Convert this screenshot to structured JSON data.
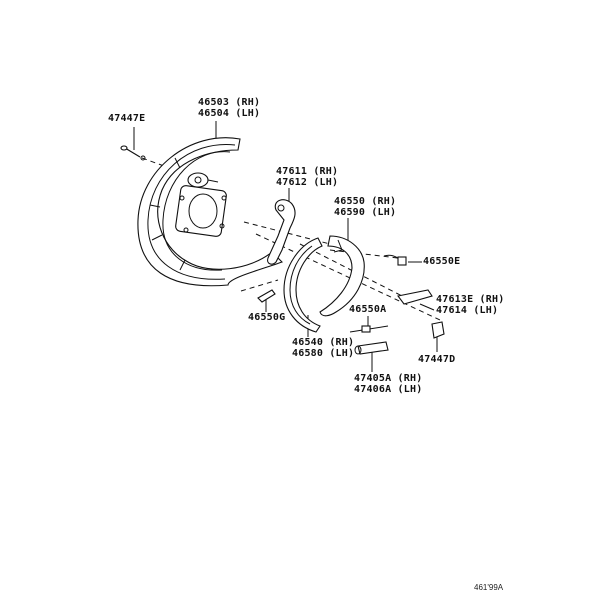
{
  "diagram": {
    "type": "exploded parts diagram",
    "subject": "Rear parking brake shoe assembly",
    "parts": [
      {
        "id": "backing-plate",
        "labels": [
          "46503 (RH)",
          "46504 (LH)"
        ]
      },
      {
        "id": "bolt",
        "labels": [
          "47447E"
        ]
      },
      {
        "id": "lever",
        "labels": [
          "47611 (RH)",
          "47612 (LH)"
        ]
      },
      {
        "id": "shoe-rear",
        "labels": [
          "46550 (RH)",
          "46590 (LH)"
        ]
      },
      {
        "id": "spring-e",
        "labels": [
          "46550E"
        ]
      },
      {
        "id": "strut",
        "labels": [
          "47613E (RH)",
          "47614 (LH)"
        ]
      },
      {
        "id": "spring-g",
        "labels": [
          "46550G"
        ]
      },
      {
        "id": "spring-a",
        "labels": [
          "46550A"
        ]
      },
      {
        "id": "shoe-front",
        "labels": [
          "46540 (RH)",
          "46580 (LH)"
        ]
      },
      {
        "id": "plug",
        "labels": [
          "47447D"
        ]
      },
      {
        "id": "adjuster",
        "labels": [
          "47405A (RH)",
          "47406A (LH)"
        ]
      }
    ],
    "footer_code": "461'99A"
  }
}
